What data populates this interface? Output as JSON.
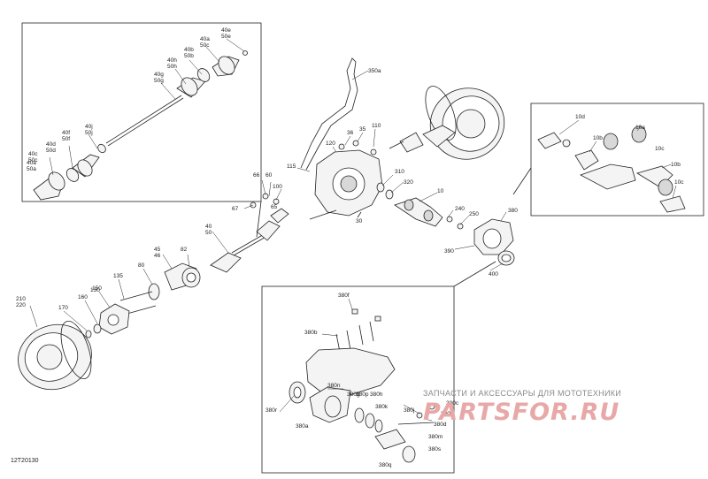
{
  "drawing_id": "12T20130",
  "watermark": {
    "subtitle": "ЗАПЧАСТИ И АКСЕССУАРЫ ДЛЯ МОТОТЕХНИКИ",
    "logo": "PARTSFOR.RU"
  },
  "labels": {
    "inset_shaft": [
      "40e\n50e",
      "40a\n50c",
      "40b\n50b",
      "40h\n50h",
      "40g\n50g",
      "40j\n50j",
      "40f\n50f",
      "40d\n50d",
      "40c\n50c",
      "40a\n50a"
    ],
    "main": [
      "350a",
      "110",
      "35",
      "36",
      "120",
      "115",
      "310",
      "320",
      "10",
      "30",
      "60",
      "100",
      "66",
      "67",
      "65",
      "240",
      "250",
      "390",
      "380",
      "400",
      "40\n50",
      "45\n46",
      "82",
      "80",
      "130",
      "135",
      "160",
      "150",
      "170",
      "210\n220"
    ],
    "inset_joint": [
      "10d",
      "10a",
      "10b",
      "10c",
      "10b",
      "10c"
    ],
    "inset_housing": [
      "380f",
      "380b",
      "380n",
      "380g",
      "380h",
      "380p",
      "380k",
      "380j",
      "380c",
      "380d",
      "380m",
      "380s",
      "380e",
      "380r",
      "380q",
      "380a"
    ]
  },
  "colors": {
    "line": "#222222",
    "watermark_text": "#8a8a8a",
    "watermark_logo": "#e8a8a8"
  }
}
